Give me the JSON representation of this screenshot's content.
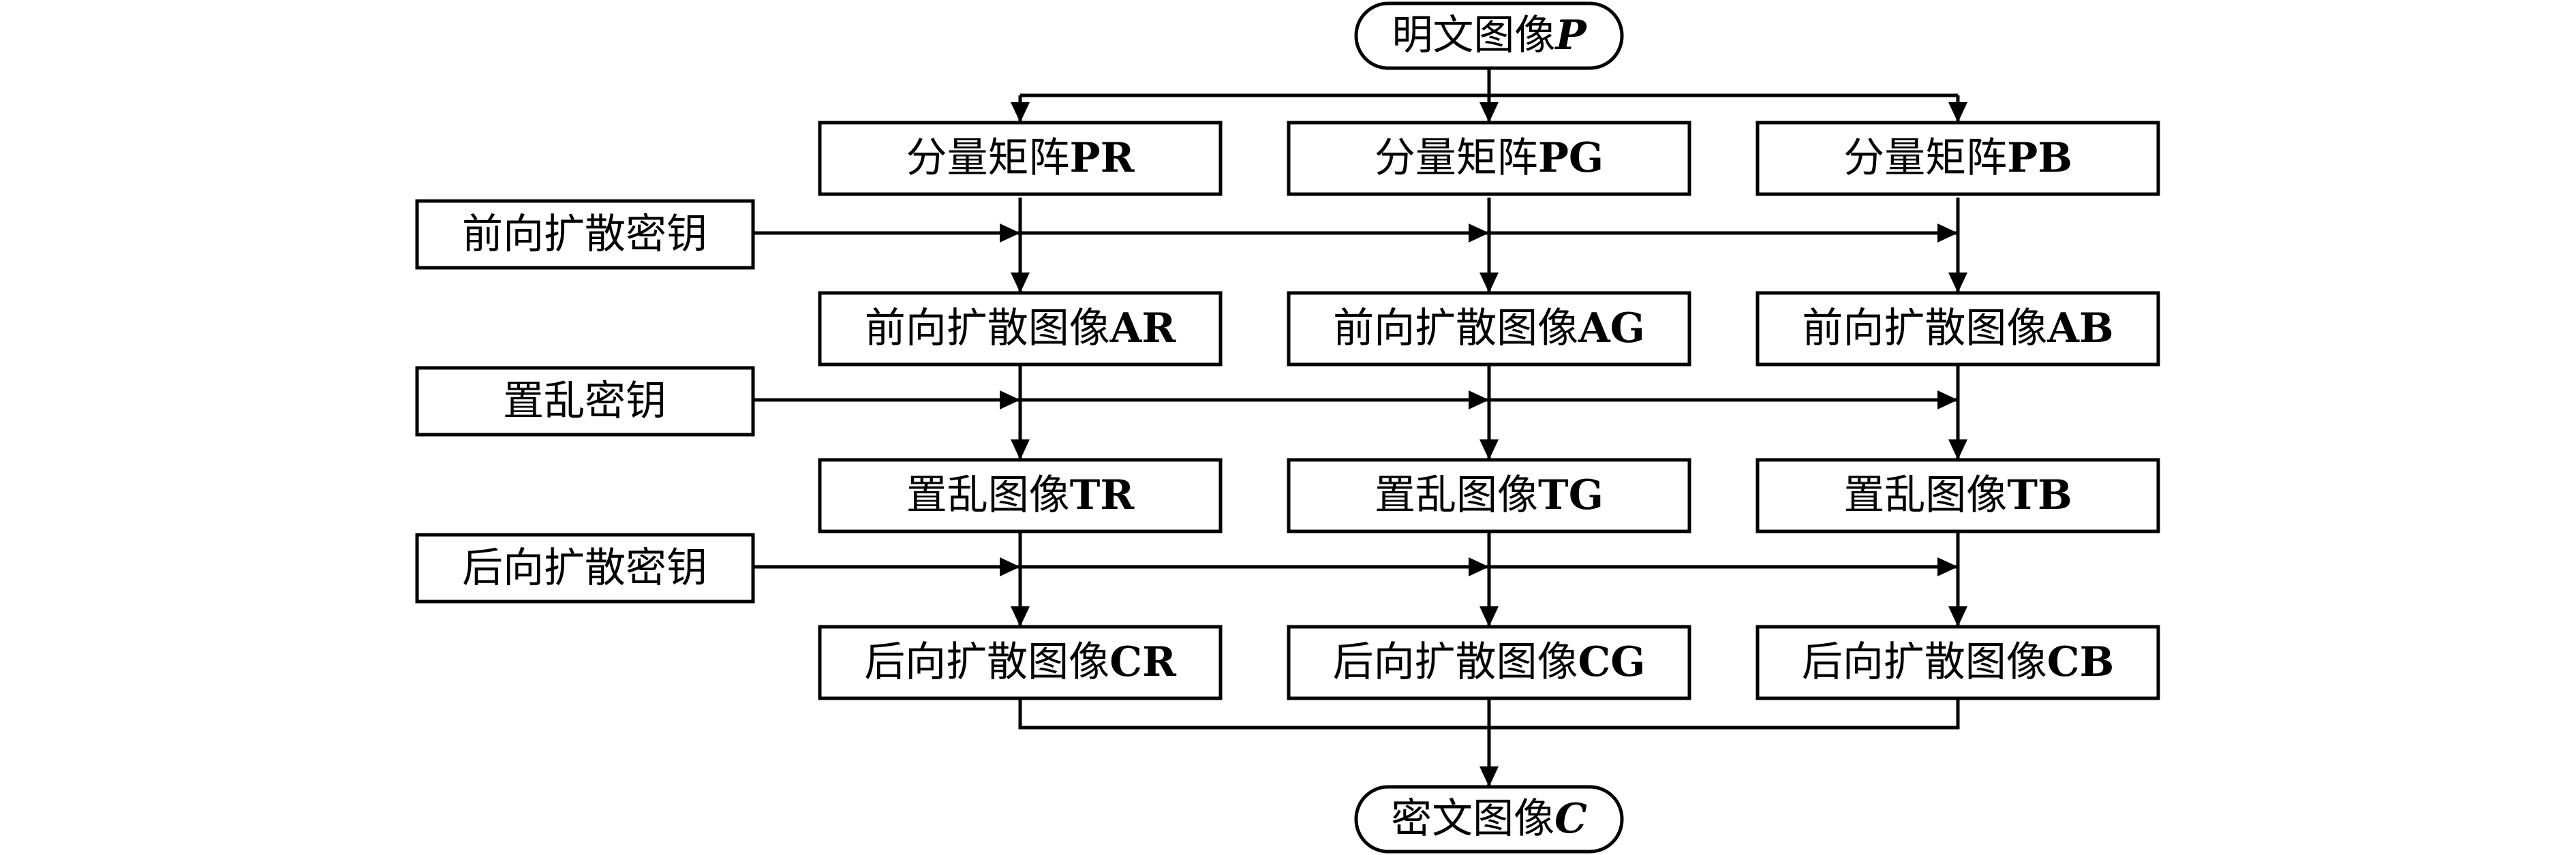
{
  "plain_image": {
    "prefix": "明文图像",
    "symbol": "P"
  },
  "cipher_image": {
    "prefix": "密文图像",
    "symbol": "C"
  },
  "keys": {
    "forward_diffusion": "前向扩散密钥",
    "scramble": "置乱密钥",
    "backward_diffusion": "后向扩散密钥"
  },
  "columns": [
    {
      "component": {
        "prefix": "分量矩阵",
        "suffix": "PR"
      },
      "forward": {
        "prefix": "前向扩散图像",
        "suffix": "AR"
      },
      "scrambled": {
        "prefix": "置乱图像",
        "suffix": "TR"
      },
      "backward": {
        "prefix": "后向扩散图像",
        "suffix": "CR"
      }
    },
    {
      "component": {
        "prefix": "分量矩阵",
        "suffix": "PG"
      },
      "forward": {
        "prefix": "前向扩散图像",
        "suffix": "AG"
      },
      "scrambled": {
        "prefix": "置乱图像",
        "suffix": "TG"
      },
      "backward": {
        "prefix": "后向扩散图像",
        "suffix": "CG"
      }
    },
    {
      "component": {
        "prefix": "分量矩阵",
        "suffix": "PB"
      },
      "forward": {
        "prefix": "前向扩散图像",
        "suffix": "AB"
      },
      "scrambled": {
        "prefix": "置乱图像",
        "suffix": "TB"
      },
      "backward": {
        "prefix": "后向扩散图像",
        "suffix": "CB"
      }
    }
  ]
}
